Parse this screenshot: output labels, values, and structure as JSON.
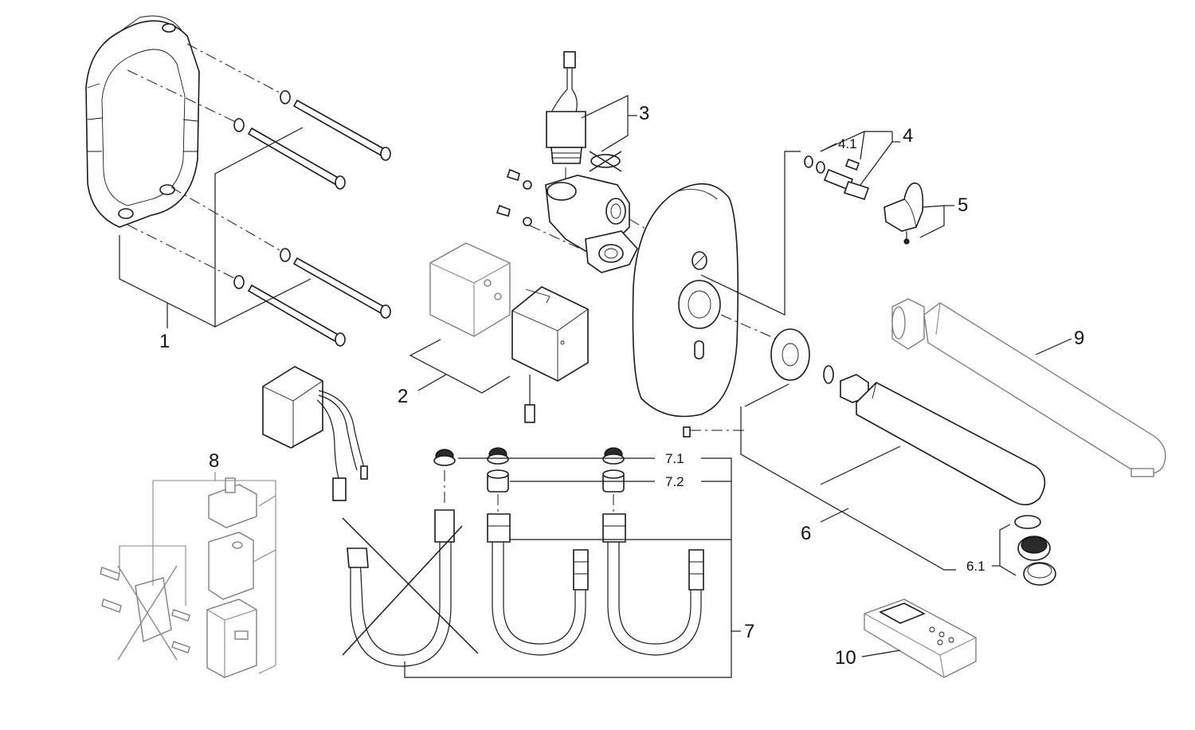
{
  "labels": {
    "l1": "1",
    "l2": "2",
    "l3": "3",
    "l4": "4",
    "l4_1": "4.1",
    "l5": "5",
    "l6": "6",
    "l6_1": "6.1",
    "l7": "7",
    "l7_1": "7.1",
    "l7_2": "7.2",
    "l8": "8",
    "l9": "9",
    "l10": "10"
  }
}
